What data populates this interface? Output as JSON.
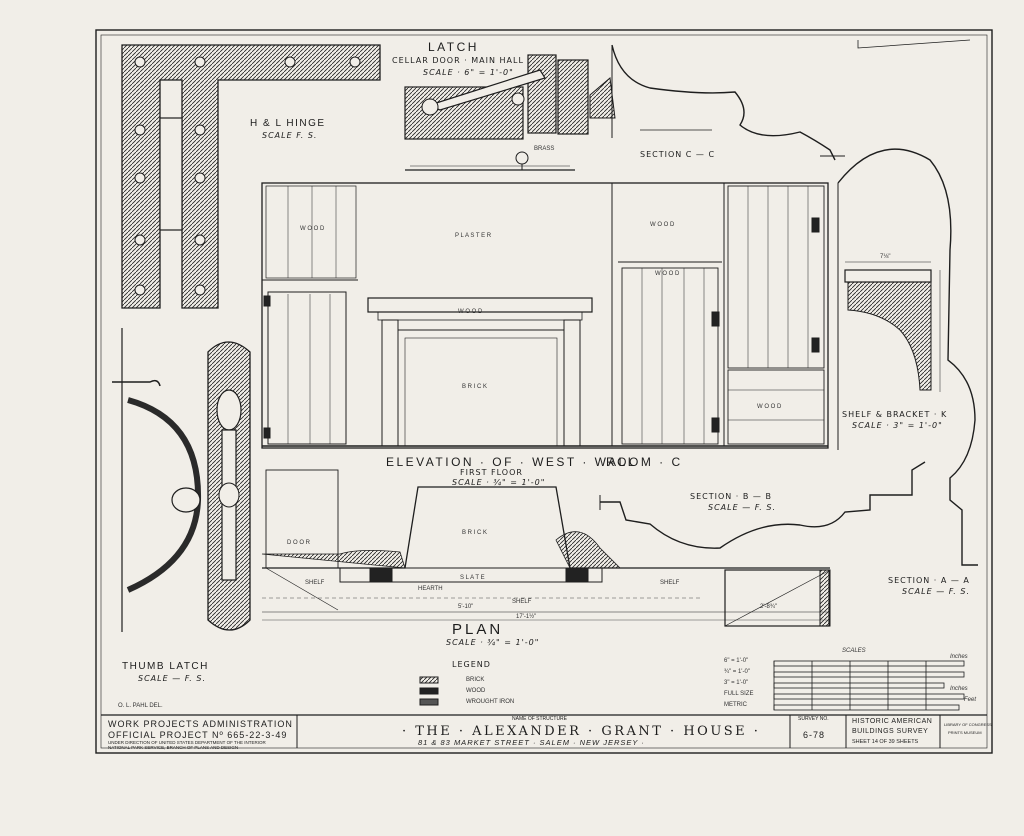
{
  "labels": {
    "latch_title": "LATCH",
    "latch_sub": "CELLAR DOOR · MAIN HALL",
    "latch_scale": "SCALE · 6\" = 1'-0\"",
    "hinge_title": "H & L HINGE",
    "hinge_scale": "SCALE  F. S.",
    "brass": "BRASS",
    "section_cc": "SECTION  C — C",
    "plaster": "P L A S T E R",
    "wood_top": "W O O D",
    "wood_right": "W O O D",
    "wood_panel": "W O O D",
    "wood_low": "W O O D",
    "wood_mantel": "W O O D",
    "brick_fire": "B R I C K",
    "elev_title": "ELEVATION · OF · WEST · WALL",
    "room": "ROOM · C",
    "first_floor": "FIRST  FLOOR",
    "elev_scale": "SCALE · ¾\" = 1'-0\"",
    "shelf_bracket": "SHELF & BRACKET · K",
    "shelf_bracket_scale": "SCALE · 3\" = 1'-0\"",
    "section_bb": "SECTION · B — B",
    "section_bb_scale": "SCALE — F. S.",
    "section_aa": "SECTION · A — A",
    "section_aa_scale": "SCALE — F. S.",
    "door": "D O O R",
    "brick_plan": "B R I C K",
    "slate": "S L A T E",
    "hearth": "HEARTH",
    "shelf_a": "SHELF",
    "shelf_b": "SHELF",
    "shelf_c": "SHELF",
    "plan_title": "PLAN",
    "plan_scale": "SCALE · ¾\" = 1'-0\"",
    "thumb_latch": "THUMB LATCH",
    "thumb_scale": "SCALE — F. S.",
    "legend_title": "LEGEND",
    "legend_items": [
      "BRICK",
      "WOOD",
      "WROUGHT IRON"
    ],
    "scales_title": "SCALES",
    "scale_rows": [
      "6\" = 1'-0\"",
      "¾\" = 1'-0\"",
      "3\" = 1'-0\"",
      "FULL SIZE",
      "METRIC"
    ],
    "inches_a": "Inches",
    "inches_b": "Inches",
    "feet": "Feet",
    "delineator": "O. L. PAHL  DEL.",
    "dim_plan_total": "17'-1½\"",
    "dim_plan_fire": "5'-10\"",
    "dim_right": "2'-8¾\"",
    "dim_shelf": "7⅛\""
  },
  "title_block": {
    "wpa": "WORK PROJECTS ADMINISTRATION",
    "project": "OFFICIAL PROJECT  Nº 665-22-3-49",
    "direction": "UNDER DIRECTION OF UNITED STATES DEPARTMENT OF THE INTERIOR",
    "park_service": "NATIONAL PARK SERVICE, BRANCH OF PLANS AND DESIGN",
    "name_label": "NAME OF STRUCTURE",
    "structure": "· THE · ALEXANDER · GRANT · HOUSE ·",
    "address": "81 & 83  MARKET  STREET · SALEM · NEW  JERSEY ·",
    "survey_label": "SURVEY NO.",
    "survey_no": "6-78",
    "habs_line1": "HISTORIC AMERICAN",
    "habs_line2": "BUILDINGS SURVEY",
    "sheet": "SHEET 14  OF 39  SHEETS",
    "library_line1": "LIBRARY OF CONGRESS",
    "library_line2": "PRINTS MUSEUM"
  }
}
